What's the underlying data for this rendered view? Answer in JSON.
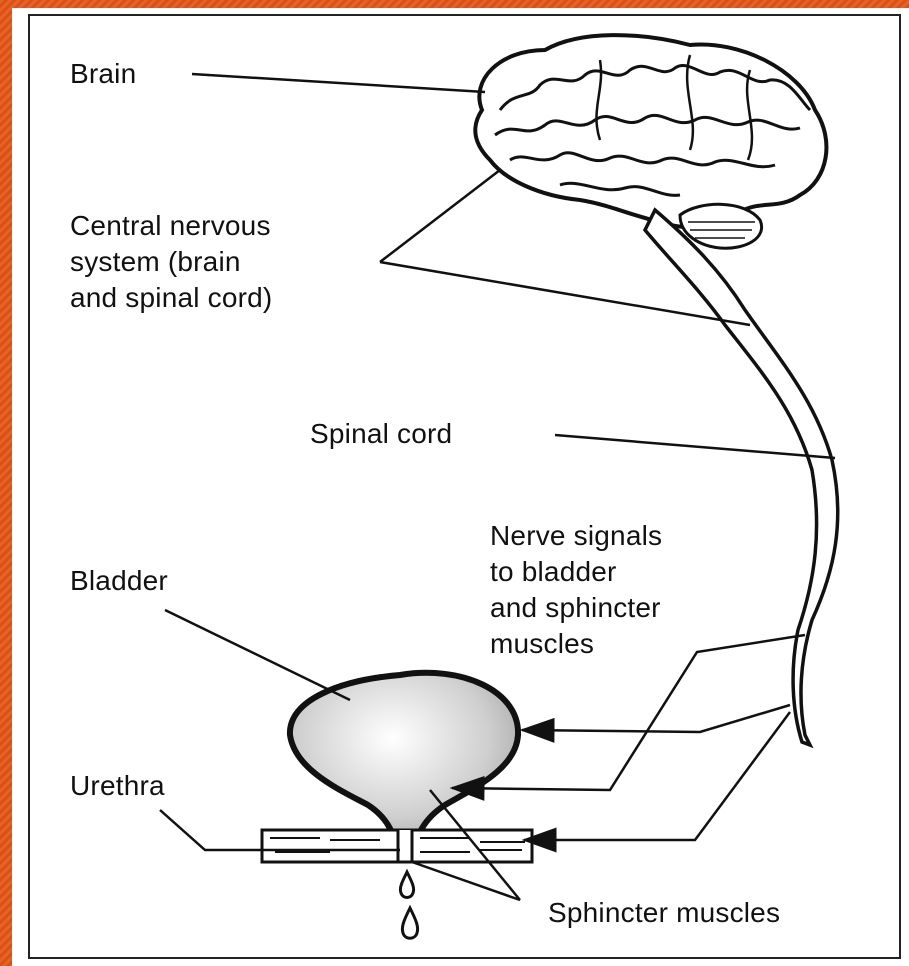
{
  "labels": {
    "brain": "Brain",
    "cns": "Central nervous\nsystem (brain\nand spinal cord)",
    "spinal_cord": "Spinal cord",
    "nerve_signals": "Nerve signals\nto bladder\nand sphincter\nmuscles",
    "bladder": "Bladder",
    "urethra": "Urethra",
    "sphincter": "Sphincter muscles"
  },
  "colors": {
    "background_accent": "#e5581f",
    "line": "#111111"
  }
}
